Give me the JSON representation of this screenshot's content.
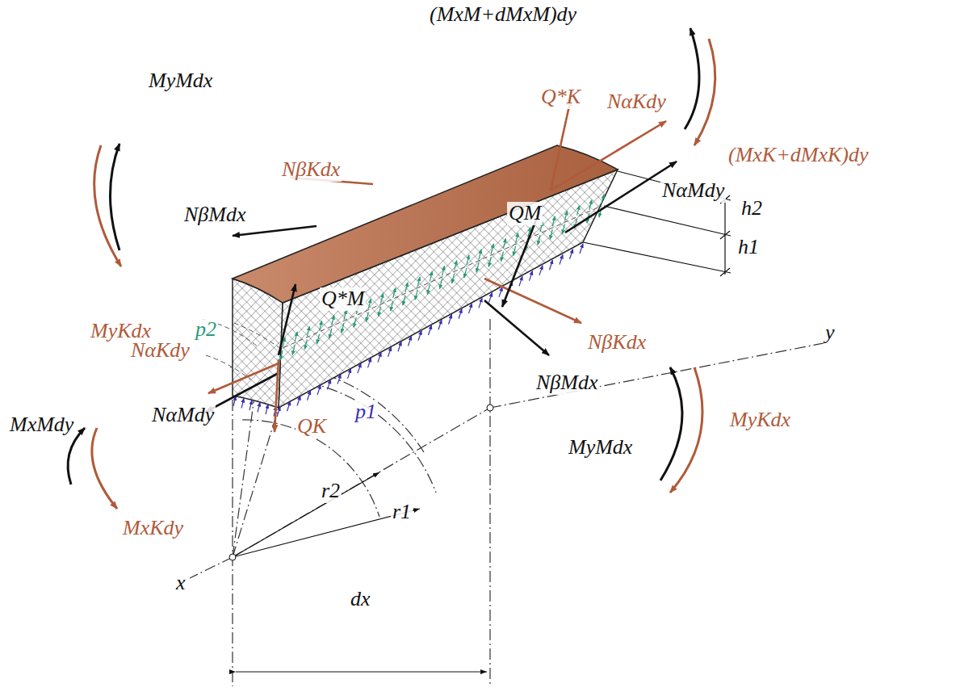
{
  "diagram": {
    "labels": [
      "(MxM+dMxM)dy",
      "MyMdx",
      "Q*K",
      "NαKdy",
      "(MxK+dMxK)dy",
      "NβKdx",
      "NβMdx",
      "NαMdy",
      "QM",
      "h2",
      "Q*M",
      "MyKdx",
      "h1",
      "p2",
      "NαKdy",
      "y",
      "NβKdx",
      "NβMdx",
      "p1",
      "NαMdy",
      "MxMdy",
      "QK",
      "MyKdx",
      "MyMdx",
      "r2",
      "r1",
      "MxKdy",
      "x",
      "dx"
    ]
  }
}
